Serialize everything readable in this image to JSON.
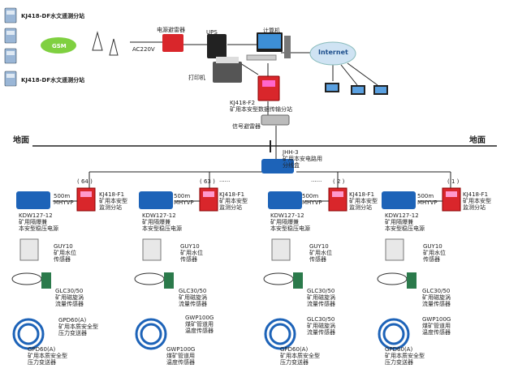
{
  "top": {
    "station_label_a": "KJ418-DF水文遥测分站",
    "station_label_b": "KJ418-DF水文遥测分站",
    "gsm": "GSM",
    "ac_label": "AC220V",
    "arrester_label": "电源避雷器",
    "ups_label": "UPS",
    "computer_label": "计算机",
    "internet_label": "Internet",
    "printer_label": "打印机",
    "f2_label": "KJ418-F2\n矿用本安型数据传输分站",
    "signal_arrester_label": "信号避雷器",
    "jhh_label": "JHH-3\n矿用本安电路用\n分线盒",
    "ground_left": "地面",
    "ground_right": "地面"
  },
  "columns": [
    {
      "index": "( 64 )",
      "dots": "",
      "cable": "500m\nMHYVP",
      "f1": "KJ418-F1\n矿用本安型\n监测分站",
      "kdw": "KDW127-12\n矿用隔爆兼\n本安型稳压电源",
      "guy": "GUY10\n矿用水位\n传感器",
      "glc": "GLC30/50\n矿用磁旋涡\n流量传感器",
      "gpd": "GPD60(A)\n矿用本质安全型\n压力变送器",
      "gwp": "",
      "gpd2": "GPD60(A)\n矿用本质安全型\n压力变送器"
    },
    {
      "index": "( 63 )",
      "dots": "......",
      "cable": "500m\nMHYVP",
      "f1": "KJ418-F1\n矿用本安型\n监测分站",
      "kdw": "KDW127-12\n矿用隔爆兼\n本安型稳压电源",
      "guy": "GUY10\n矿用水位\n传感器",
      "glc": "GLC30/50\n矿用磁旋涡\n流量传感器",
      "gpd": "",
      "gwp": "GWP100G\n煤矿管道用\n温度传感器",
      "gwp2": "GWP100G\n煤矿管道用\n温度传感器"
    },
    {
      "index": "( 2 )",
      "dots": "......",
      "cable": "500m\nMHYVP",
      "f1": "KJ418-F1\n矿用本安型\n监测分站",
      "kdw": "KDW127-12\n矿用隔爆兼\n本安型稳压电源",
      "guy": "GUY10\n矿用水位\n传感器",
      "glc": "GLC30/50\n矿用磁旋涡\n流量传感器",
      "glc2": "GLC30/50\n矿用磁旋涡\n流量传感器",
      "gpd": "GPD60(A)\n矿用本质安全型\n压力变送器",
      "gwp": ""
    },
    {
      "index": "( 1 )",
      "dots": "",
      "cable": "500m\nMHYVP",
      "f1": "KJ418-F1\n矿用本安型\n监测分站",
      "kdw": "KDW127-12\n矿用隔爆兼\n本安型稳压电源",
      "guy": "GUY10\n矿用水位\n传感器",
      "glc": "GLC30/50\n矿用磁旋涡\n流量传感器",
      "gwp": "GWP100G\n煤矿管道用\n温度传感器",
      "gpd": "GPD60(A)\n矿用本质安全型\n压力变送器"
    }
  ],
  "colors": {
    "red": "#d9262b",
    "blue": "#1d63b8",
    "line": "#222222",
    "cloud": "#cfe3f3"
  }
}
